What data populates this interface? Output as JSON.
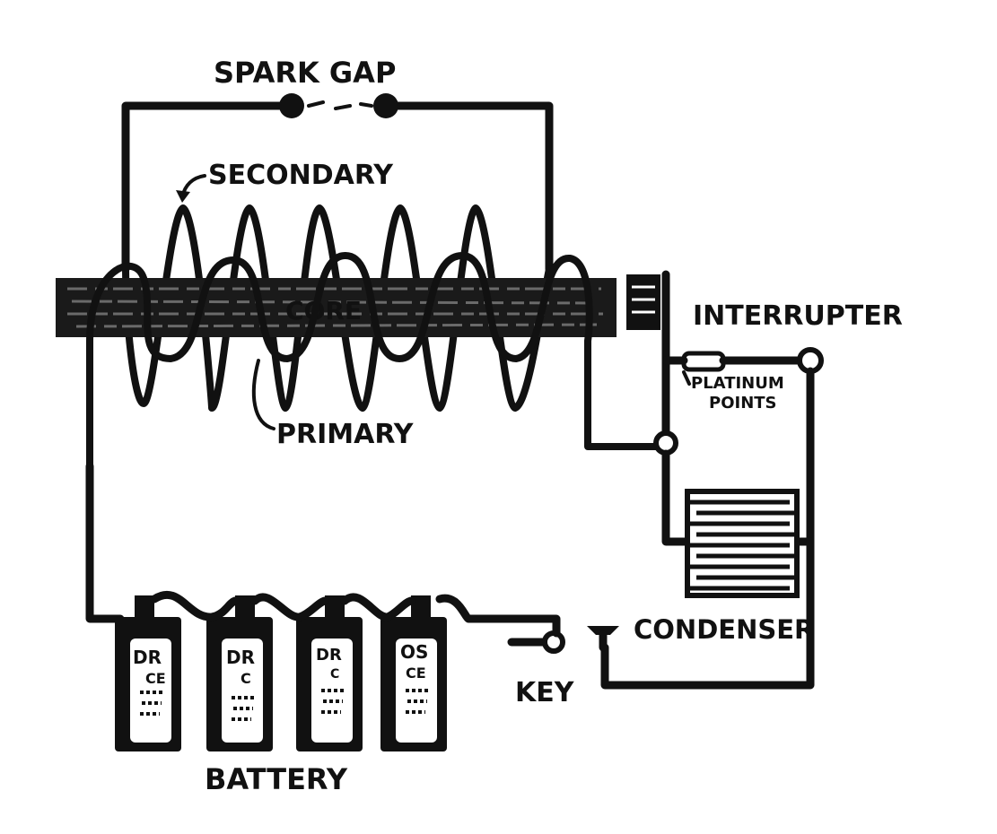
{
  "labels": {
    "spark_gap": "SPARK GAP",
    "secondary": "SECONDARY",
    "core": "CORE",
    "interrupter": "INTERRUPTER",
    "platinum_points_line1": "PLATINUM",
    "platinum_points_line2": "POINTS",
    "primary": "PRIMARY",
    "condenser": "CONDENSER",
    "key": "KEY",
    "battery": "BATTERY"
  },
  "cells": [
    {
      "line1": "DR",
      "line2": "CE"
    },
    {
      "line1": "DR",
      "line2": "C"
    },
    {
      "line1": "DR",
      "line2": "C"
    },
    {
      "line1": "OS",
      "line2": "CE"
    }
  ],
  "colors": {
    "ink": "#111111",
    "paper": "#ffffff"
  }
}
